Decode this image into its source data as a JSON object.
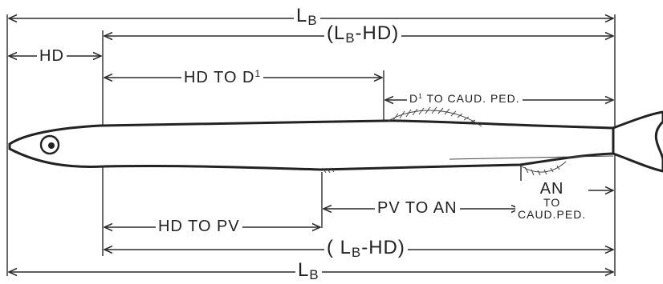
{
  "labels": {
    "lb_top": {
      "main": "L",
      "sub": "B"
    },
    "lb_minus_hd_top": {
      "open": "(L",
      "sub": "B",
      "rest": "-HD)"
    },
    "hd": "HD",
    "hd_to_d1": {
      "text": "HD TO D",
      "sup": "1"
    },
    "d1_to_caud_ped": {
      "pre": "D",
      "sup": "1",
      "post": "TO CAUD. PED."
    },
    "pv_to_an": "PV TO AN",
    "hd_to_pv": "HD TO PV",
    "an_to_caud_ped": [
      "AN",
      "TO",
      "CAUD.PED."
    ],
    "lb_minus_hd_bottom": {
      "open": "( L",
      "sub": "B",
      "rest": "-HD)"
    },
    "lb_bottom": {
      "main": "L",
      "sub": "B"
    }
  },
  "colors": {
    "ink": "#222222",
    "paper": "#ffffff"
  }
}
